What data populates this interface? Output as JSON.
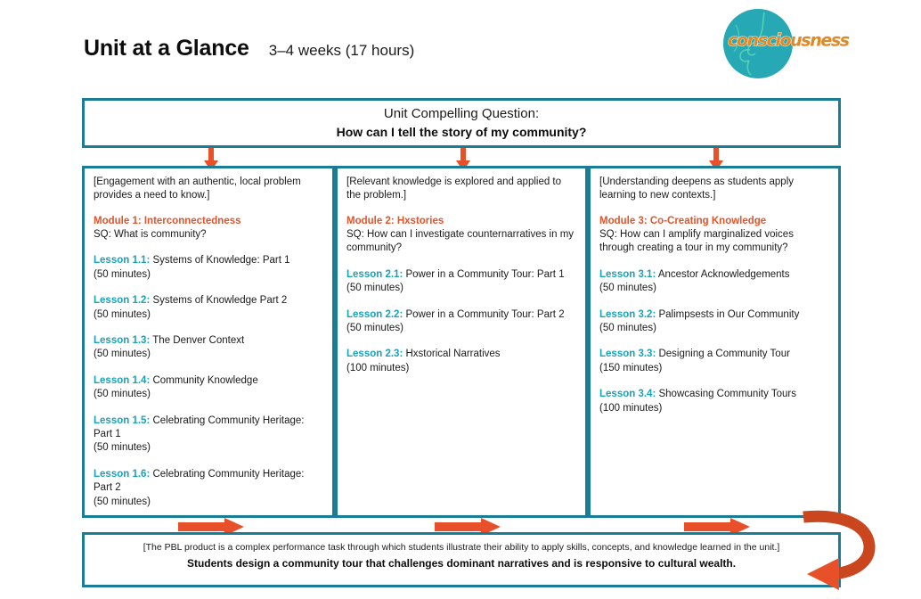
{
  "header": {
    "title": "Unit at a Glance",
    "subtitle": "3–4 weeks (17 hours)"
  },
  "logo": {
    "wordmark": "consciousness",
    "circle_color": "#26a9b5",
    "word_color": "#e08a27",
    "icon": "consciousness-globe-face-logo"
  },
  "colors": {
    "box_border": "#1b7c95",
    "arrow_orange": "#e8502a",
    "module_heading": "#e2542b",
    "lesson_label": "#17a3b8",
    "loop_arrow": "#d4502a"
  },
  "compelling_question": {
    "label": "Unit Compelling Question:",
    "question": "How can I tell the story of my community?"
  },
  "arrows": {
    "down": [
      "down-arrow-1",
      "down-arrow-2",
      "down-arrow-3"
    ],
    "right": [
      "right-arrow-1",
      "right-arrow-2",
      "right-arrow-3"
    ],
    "loop": "curved-loop-arrow"
  },
  "columns": [
    {
      "phase_note": "[Engagement with an authentic, local problem provides a need to know.]",
      "module_title": "Module 1: Interconnectedness",
      "module_sq": "SQ: What is community?",
      "lessons": [
        {
          "id": "Lesson 1.1:",
          "title": " Systems of Knowledge: Part 1",
          "duration": "(50 minutes)"
        },
        {
          "id": "Lesson 1.2:",
          "title": " Systems of Knowledge Part 2",
          "duration": "(50 minutes)"
        },
        {
          "id": "Lesson 1.3:",
          "title": " The Denver Context",
          "duration": "(50 minutes)"
        },
        {
          "id": "Lesson 1.4:",
          "title": " Community Knowledge",
          "duration": "(50 minutes)"
        },
        {
          "id": "Lesson 1.5:",
          "title": " Celebrating Community Heritage: Part 1",
          "duration": "(50 minutes)"
        },
        {
          "id": "Lesson 1.6:",
          "title": " Celebrating Community Heritage: Part 2",
          "duration": "(50 minutes)"
        }
      ]
    },
    {
      "phase_note": "[Relevant knowledge is explored and applied to the problem.]",
      "module_title": "Module 2: Hxstories",
      "module_sq": "SQ: How can I investigate counternarratives in my community?",
      "lessons": [
        {
          "id": "Lesson 2.1:",
          "title": " Power in a Community Tour: Part 1",
          "duration": "(50 minutes)"
        },
        {
          "id": "Lesson 2.2:",
          "title": " Power in a Community Tour: Part 2",
          "duration": "(50 minutes)"
        },
        {
          "id": "Lesson 2.3:",
          "title": " Hxstorical Narratives",
          "duration": "(100 minutes)"
        }
      ]
    },
    {
      "phase_note": "[Understanding deepens as students apply learning to new contexts.]",
      "module_title": "Module 3: Co-Creating Knowledge",
      "module_sq": "SQ: How can I amplify marginalized voices through creating a tour in my community?",
      "lessons": [
        {
          "id": "Lesson 3.1:",
          "title": " Ancestor Acknowledgements",
          "duration": "(50 minutes)"
        },
        {
          "id": "Lesson 3.2:",
          "title": " Palimpsests in Our Community",
          "duration": "(50 minutes)"
        },
        {
          "id": "Lesson 3.3:",
          "title": " Designing a Community Tour",
          "duration": "(150 minutes)"
        },
        {
          "id": "Lesson 3.4:",
          "title": " Showcasing Community Tours",
          "duration": "(100 minutes)"
        }
      ]
    }
  ],
  "product": {
    "note": "[The PBL product is a complex performance task through which students illustrate their ability to apply skills, concepts, and knowledge learned in the unit.]",
    "statement": "Students design a community tour that challenges dominant narratives and is responsive to cultural wealth."
  }
}
